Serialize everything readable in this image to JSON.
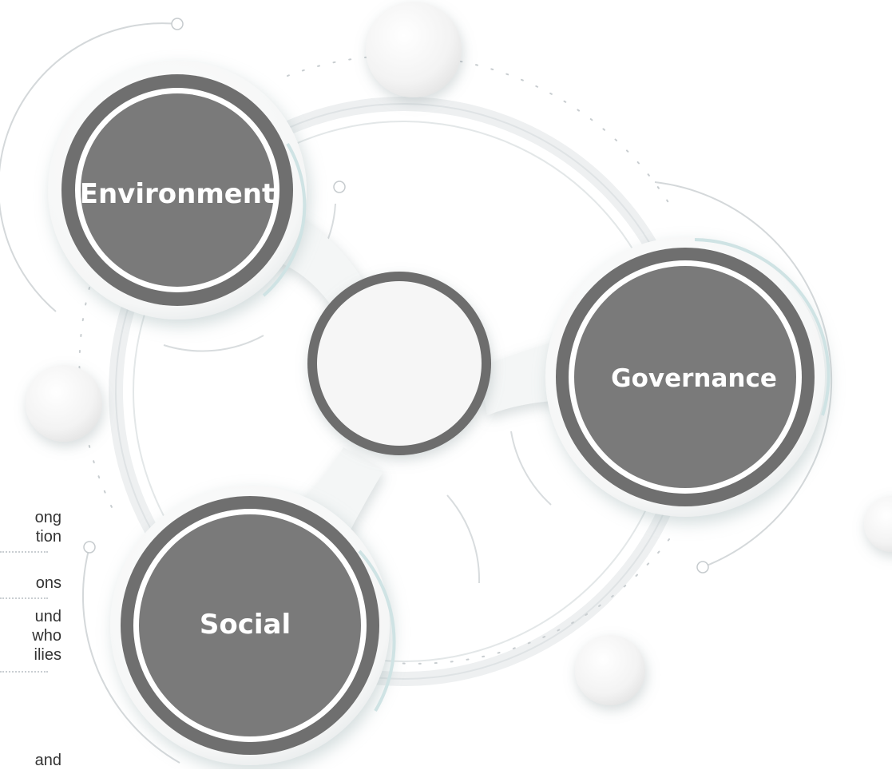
{
  "diagram": {
    "nodes": [
      {
        "id": "environment",
        "label": "Environment"
      },
      {
        "id": "governance",
        "label": "Governance"
      },
      {
        "id": "social",
        "label": "Social"
      }
    ],
    "center": {
      "label": ""
    },
    "colors": {
      "node_fill": "#7a7a7a",
      "node_dark_ring": "#6d6d6d",
      "center_fill": "#f6f6f6",
      "accent": "#cfe3e4",
      "track": "#e8ecee"
    }
  },
  "side_text": {
    "block1": [
      "ong",
      "tion"
    ],
    "block2": [
      "ons"
    ],
    "block3": [
      "und",
      "who",
      "ilies"
    ],
    "block4": [
      "and"
    ]
  }
}
